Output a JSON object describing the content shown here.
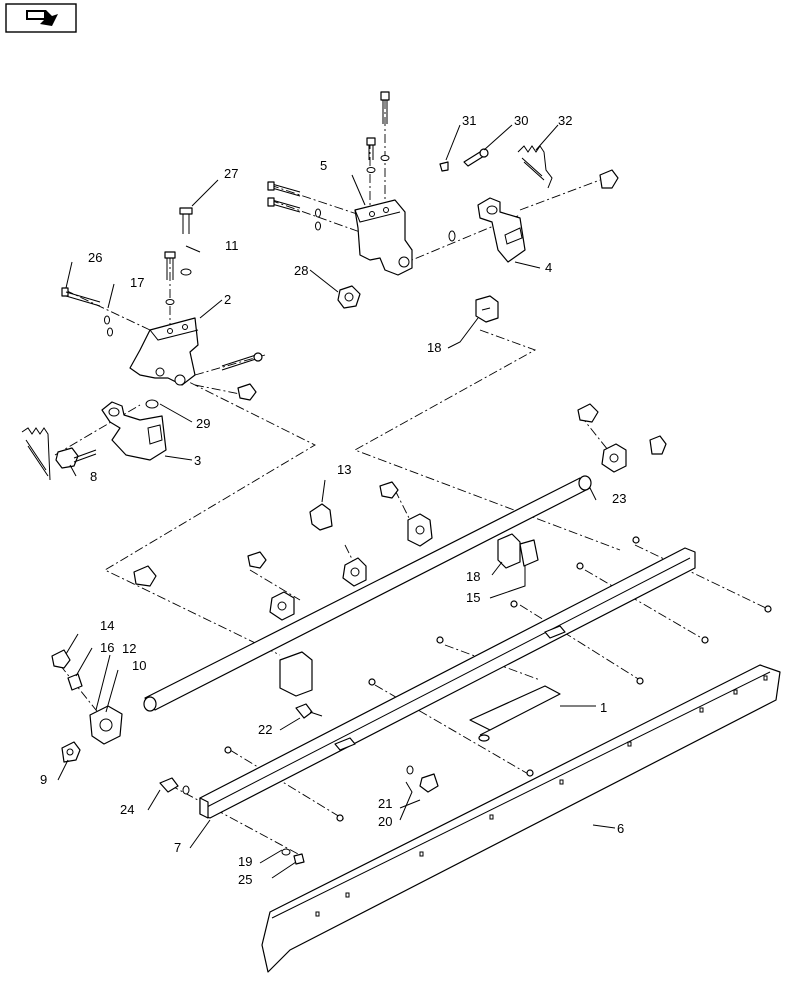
{
  "diagram": {
    "type": "exploded-parts-diagram",
    "nav_icon": "arrow-icon",
    "callouts": [
      {
        "id": "c1",
        "label": "1"
      },
      {
        "id": "c2",
        "label": "2"
      },
      {
        "id": "c3",
        "label": "3"
      },
      {
        "id": "c4",
        "label": "4"
      },
      {
        "id": "c5",
        "label": "5"
      },
      {
        "id": "c6",
        "label": "6"
      },
      {
        "id": "c7",
        "label": "7"
      },
      {
        "id": "c8",
        "label": "8"
      },
      {
        "id": "c9",
        "label": "9"
      },
      {
        "id": "c10",
        "label": "10"
      },
      {
        "id": "c11",
        "label": "11"
      },
      {
        "id": "c12",
        "label": "12"
      },
      {
        "id": "c13",
        "label": "13"
      },
      {
        "id": "c14",
        "label": "14"
      },
      {
        "id": "c15",
        "label": "15"
      },
      {
        "id": "c16",
        "label": "16"
      },
      {
        "id": "c17",
        "label": "17"
      },
      {
        "id": "c18a",
        "label": "18"
      },
      {
        "id": "c18b",
        "label": "18"
      },
      {
        "id": "c19",
        "label": "19"
      },
      {
        "id": "c20",
        "label": "20"
      },
      {
        "id": "c21",
        "label": "21"
      },
      {
        "id": "c22",
        "label": "22"
      },
      {
        "id": "c23",
        "label": "23"
      },
      {
        "id": "c24",
        "label": "24"
      },
      {
        "id": "c25",
        "label": "25"
      },
      {
        "id": "c26",
        "label": "26"
      },
      {
        "id": "c27",
        "label": "27"
      },
      {
        "id": "c28",
        "label": "28"
      },
      {
        "id": "c29",
        "label": "29"
      },
      {
        "id": "c30",
        "label": "30"
      },
      {
        "id": "c31",
        "label": "31"
      },
      {
        "id": "c32",
        "label": "32"
      }
    ]
  }
}
